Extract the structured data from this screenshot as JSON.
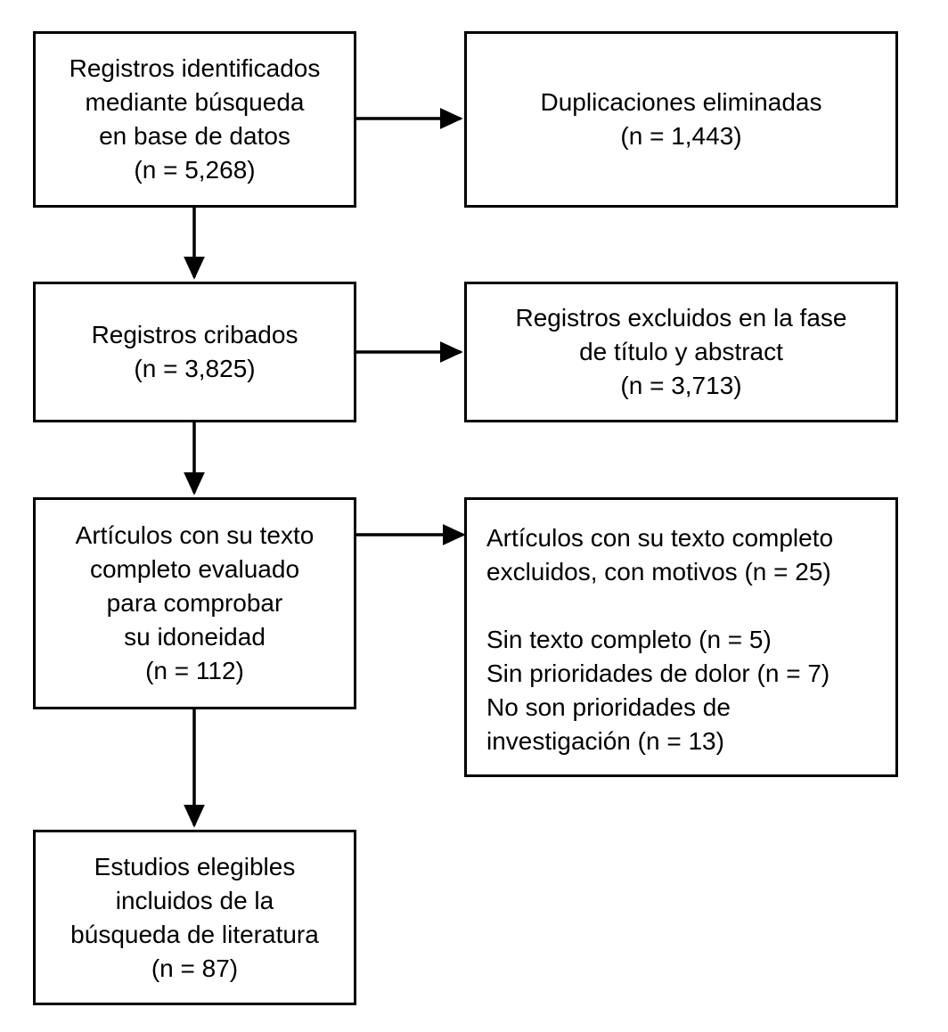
{
  "diagram": {
    "type": "prisma-flow-diagram",
    "language": "es",
    "background_color": "#ffffff",
    "line_color": "#000000",
    "text_color": "#000000"
  },
  "boxes": {
    "identified": {
      "name": "records-identified",
      "align": "center",
      "lines": [
        "Registros identificados",
        "mediante búsqueda",
        "en base de datos",
        "(n = 5,268)"
      ],
      "count_label": "(n = 5,268)",
      "count": 5268
    },
    "duplicates_removed": {
      "name": "duplicates-removed",
      "align": "center",
      "lines": [
        "Duplicaciones eliminadas",
        "(n = 1,443)"
      ],
      "count_label": "(n = 1,443)",
      "count": 1443
    },
    "screened": {
      "name": "records-screened",
      "align": "center",
      "lines": [
        "Registros cribados",
        "(n = 3,825)"
      ],
      "count_label": "(n = 3,825)",
      "count": 3825
    },
    "screening_excluded": {
      "name": "records-excluded-title-abstract",
      "align": "center",
      "lines": [
        "Registros excluidos en la fase",
        "de título y abstract",
        "(n = 3,713)"
      ],
      "count_label": "(n = 3,713)",
      "count": 3713
    },
    "fulltext_assessed": {
      "name": "fulltext-assessed-eligibility",
      "align": "center",
      "lines": [
        "Artículos con su texto",
        "completo evaluado",
        "para comprobar",
        "su idoneidad",
        "(n = 112)"
      ],
      "count_label": "(n = 112)",
      "count": 112
    },
    "fulltext_excluded": {
      "name": "fulltext-excluded-with-reasons",
      "align": "left",
      "lines": [
        "Artículos con su texto completo",
        "excluidos, con motivos (n = 25)",
        "",
        "Sin texto completo (n = 5)",
        "Sin prioridades de dolor (n = 7)",
        "No son prioridades de",
        "investigación (n = 13)"
      ],
      "count_label": "(n = 25)",
      "count": 25,
      "reasons": [
        {
          "label": "Sin texto completo",
          "count_label": "(n = 5)",
          "count": 5
        },
        {
          "label": "Sin prioridades de dolor",
          "count_label": "(n = 7)",
          "count": 7
        },
        {
          "label": "No son prioridades de investigación",
          "count_label": "(n = 13)",
          "count": 13
        }
      ]
    },
    "included": {
      "name": "studies-included",
      "align": "center",
      "lines": [
        "Estudios elegibles",
        "incluidos de la",
        "búsqueda de literatura",
        "(n = 87)"
      ],
      "count_label": "(n = 87)",
      "count": 87
    }
  },
  "connectors": [
    {
      "name": "arrow-identified-to-duplicates",
      "direction": "right",
      "from": "identified",
      "to": "duplicates_removed"
    },
    {
      "name": "arrow-identified-to-screened",
      "direction": "down",
      "from": "identified",
      "to": "screened"
    },
    {
      "name": "arrow-screened-to-screening-excluded",
      "direction": "right",
      "from": "screened",
      "to": "screening_excluded"
    },
    {
      "name": "arrow-screened-to-fulltext",
      "direction": "down",
      "from": "screened",
      "to": "fulltext_assessed"
    },
    {
      "name": "arrow-fulltext-to-fulltext-excluded",
      "direction": "right",
      "from": "fulltext_assessed",
      "to": "fulltext_excluded"
    },
    {
      "name": "arrow-fulltext-to-included",
      "direction": "down",
      "from": "fulltext_assessed",
      "to": "included"
    }
  ]
}
